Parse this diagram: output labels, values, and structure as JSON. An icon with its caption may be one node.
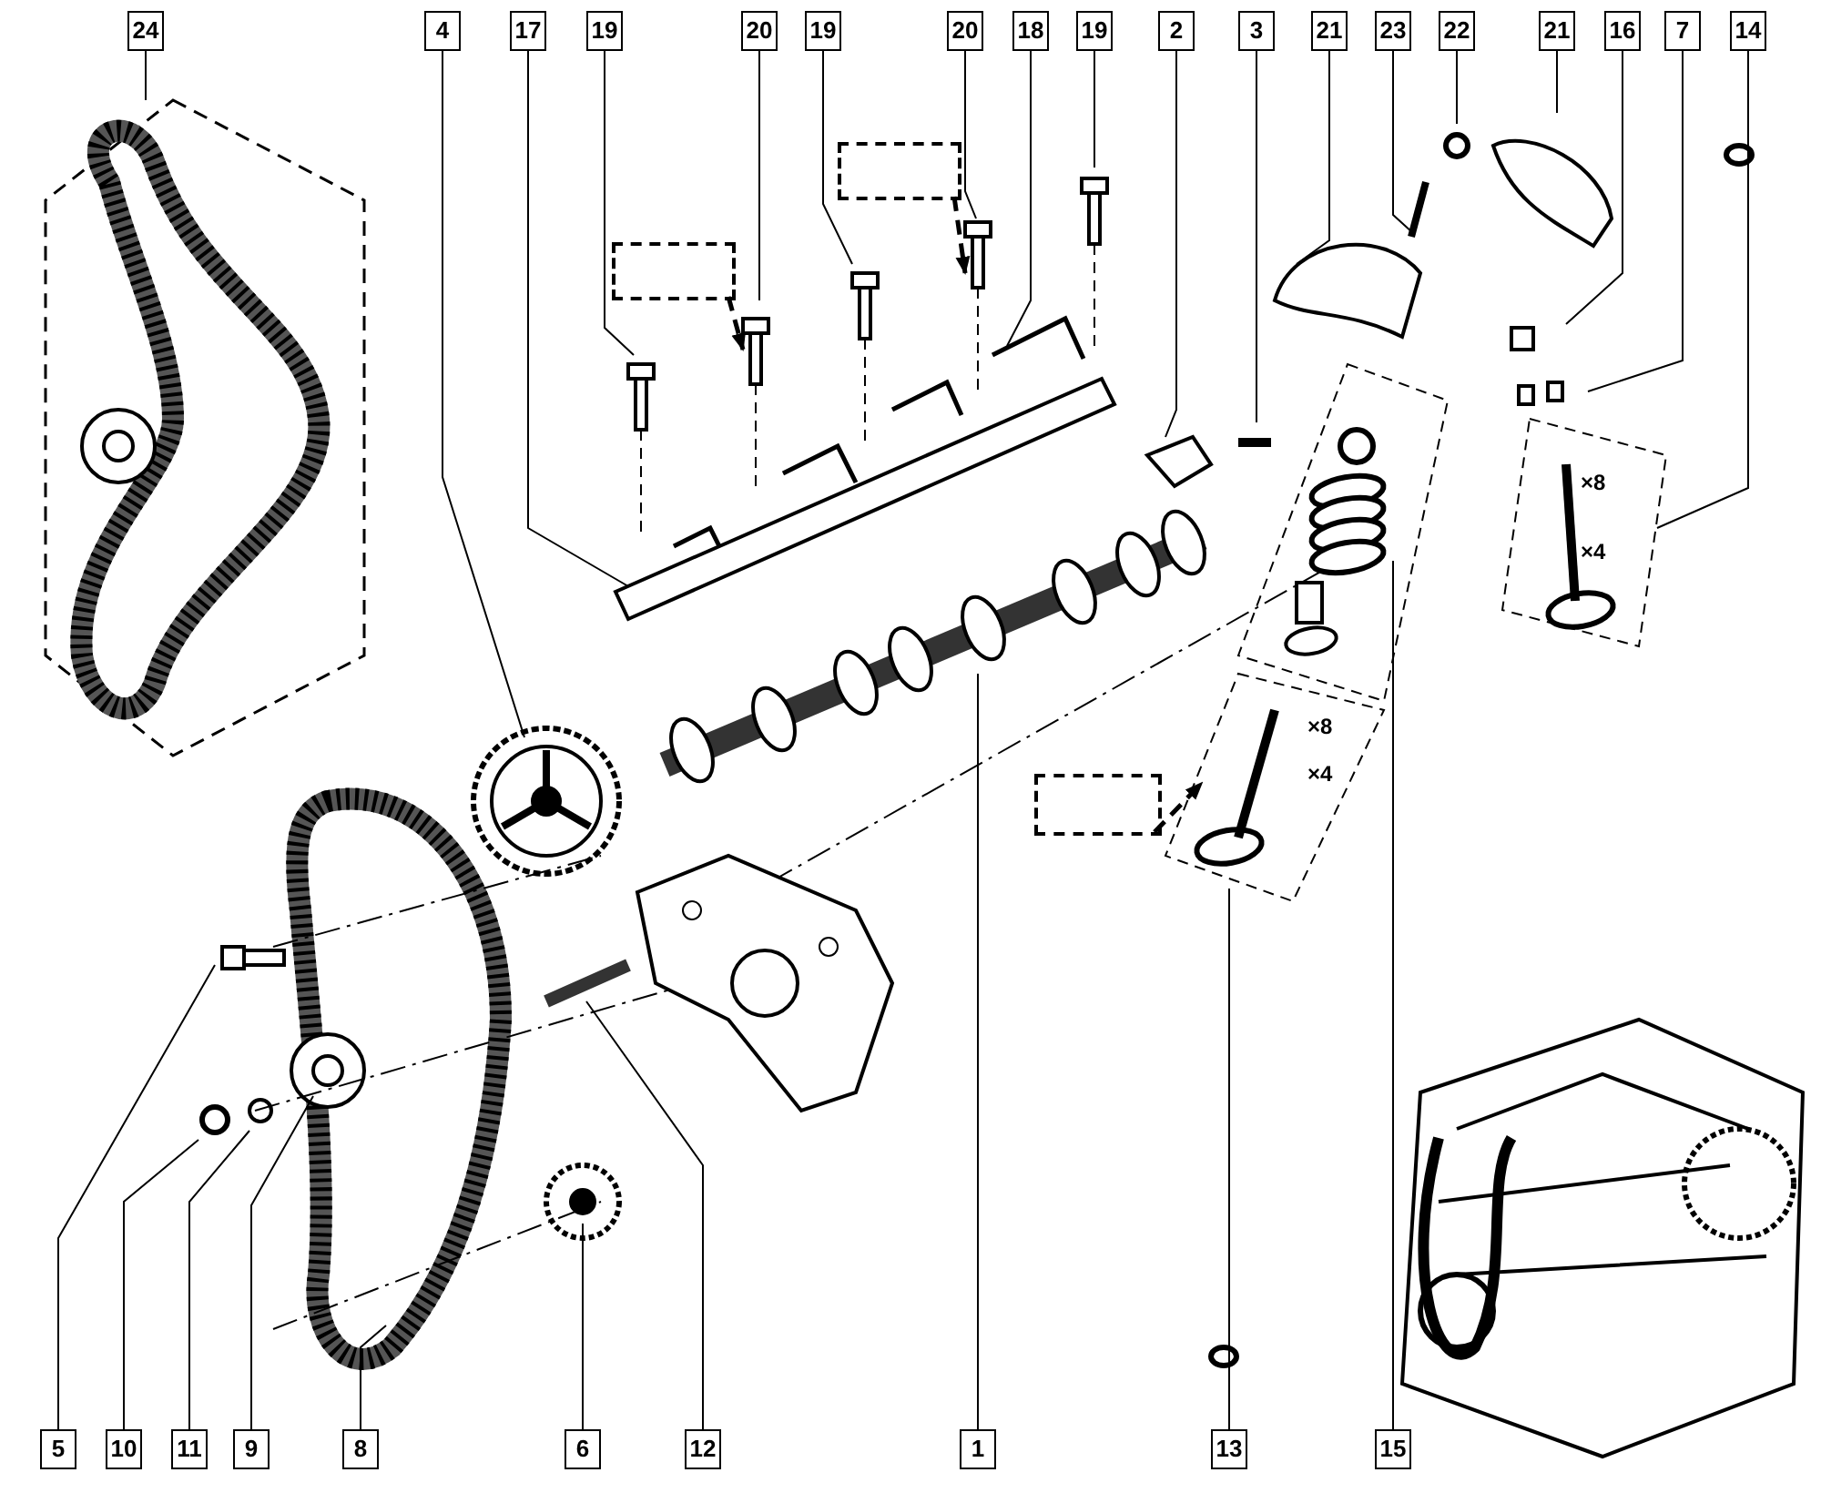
{
  "diagram": {
    "nodes": [
      {
        "text": [
          "24"
        ]
      },
      {
        "text": [
          "4"
        ]
      },
      {
        "text": [
          "17"
        ]
      },
      {
        "text": [
          "19"
        ]
      },
      {
        "text": [
          "20"
        ]
      },
      {
        "text": [
          "19"
        ]
      },
      {
        "text": [
          "20"
        ]
      },
      {
        "text": [
          "18"
        ]
      },
      {
        "text": [
          "19"
        ]
      },
      {
        "text": [
          "2"
        ]
      },
      {
        "text": [
          "3"
        ]
      },
      {
        "text": [
          "21"
        ]
      },
      {
        "text": [
          "23"
        ]
      },
      {
        "text": [
          "22"
        ]
      },
      {
        "text": [
          "21"
        ]
      },
      {
        "text": [
          "16"
        ]
      },
      {
        "text": [
          "7"
        ]
      },
      {
        "text": [
          "14"
        ]
      },
      {
        "text": [
          "5"
        ]
      },
      {
        "text": [
          "10"
        ]
      },
      {
        "text": [
          "11"
        ]
      },
      {
        "text": [
          "9"
        ]
      },
      {
        "text": [
          "8"
        ]
      },
      {
        "text": [
          "6"
        ]
      },
      {
        "text": [
          "12"
        ]
      },
      {
        "text": [
          "1"
        ]
      },
      {
        "text": [
          "13"
        ]
      },
      {
        "text": [
          "15"
        ]
      },
      {
        "text": [],
        "shape": "box"
      },
      {
        "text": [],
        "shape": "box"
      },
      {
        "text": [],
        "shape": "box"
      }
    ],
    "edges": [
      {
        "from": 0,
        "to": null,
        "arrow": "none"
      },
      {
        "from": 1,
        "to": null,
        "arrow": "none"
      },
      {
        "from": 2,
        "to": null,
        "arrow": "none"
      },
      {
        "from": 3,
        "to": null,
        "arrow": "none"
      },
      {
        "from": 4,
        "to": null,
        "arrow": "none"
      },
      {
        "from": 5,
        "to": null,
        "arrow": "none"
      },
      {
        "from": 6,
        "to": null,
        "arrow": "none"
      },
      {
        "from": 7,
        "to": null,
        "arrow": "none"
      },
      {
        "from": 8,
        "to": null,
        "arrow": "none"
      },
      {
        "from": 9,
        "to": null,
        "arrow": "none"
      },
      {
        "from": 10,
        "to": null,
        "arrow": "none"
      },
      {
        "from": 11,
        "to": null,
        "arrow": "none"
      },
      {
        "from": 12,
        "to": null,
        "arrow": "none"
      },
      {
        "from": 13,
        "to": null,
        "arrow": "none"
      },
      {
        "from": 14,
        "to": null,
        "arrow": "none"
      },
      {
        "from": 15,
        "to": null,
        "arrow": "none"
      },
      {
        "from": 16,
        "to": null,
        "arrow": "none"
      },
      {
        "from": 17,
        "to": null,
        "arrow": "none"
      },
      {
        "from": 18,
        "to": null,
        "arrow": "none"
      },
      {
        "from": 19,
        "to": null,
        "arrow": "none"
      },
      {
        "from": 20,
        "to": null,
        "arrow": "none"
      },
      {
        "from": 21,
        "to": null,
        "arrow": "none"
      },
      {
        "from": 22,
        "to": null,
        "arrow": "none"
      },
      {
        "from": 23,
        "to": null,
        "arrow": "none"
      },
      {
        "from": 24,
        "to": null,
        "arrow": "none"
      },
      {
        "from": 25,
        "to": null,
        "arrow": "none"
      },
      {
        "from": 26,
        "to": null,
        "arrow": "none"
      },
      {
        "from": 27,
        "to": null,
        "arrow": "none"
      },
      {
        "from": 28,
        "to": null,
        "arrow": "to",
        "style": "dashed"
      },
      {
        "from": 29,
        "to": null,
        "arrow": "to",
        "style": "dashed"
      },
      {
        "from": 30,
        "to": null,
        "arrow": "to",
        "style": "dashed"
      }
    ],
    "labels": [
      "×8",
      "×4",
      "×8",
      "×4"
    ]
  }
}
